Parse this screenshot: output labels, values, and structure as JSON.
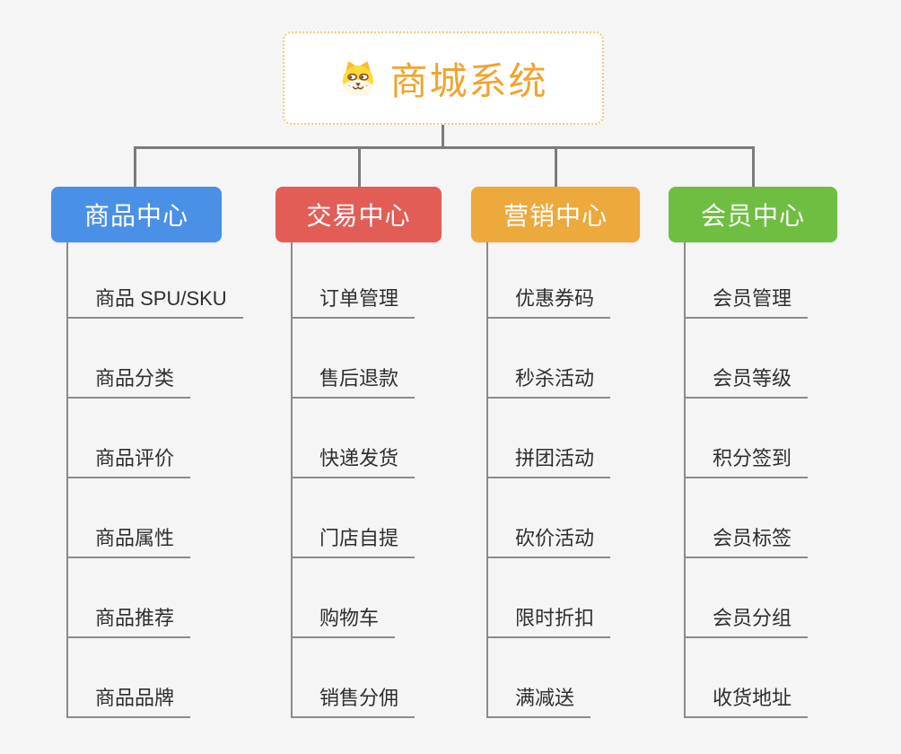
{
  "root": {
    "title": "商城系统",
    "icon": "dog-face-icon"
  },
  "branches": [
    {
      "label": "商品中心",
      "color": "#4a90e6",
      "children": [
        "商品 SPU/SKU",
        "商品分类",
        "商品评价",
        "商品属性",
        "商品推荐",
        "商品品牌"
      ]
    },
    {
      "label": "交易中心",
      "color": "#e35d57",
      "children": [
        "订单管理",
        "售后退款",
        "快递发货",
        "门店自提",
        "购物车",
        "销售分佣"
      ]
    },
    {
      "label": "营销中心",
      "color": "#eca93c",
      "children": [
        "优惠券码",
        "秒杀活动",
        "拼团活动",
        "砍价活动",
        "限时折扣",
        "满减送"
      ]
    },
    {
      "label": "会员中心",
      "color": "#6fbe41",
      "children": [
        "会员管理",
        "会员等级",
        "积分签到",
        "会员标签",
        "会员分组",
        "收货地址"
      ]
    }
  ],
  "colors": {
    "background": "#f5f5f5",
    "connector": "#7b7b7b",
    "leaf_line": "#8b8b8b",
    "leaf_text": "#2e2e2e",
    "root_text": "#f0a42f",
    "root_border": "#f6c878",
    "branch_text": "#ffffff"
  }
}
